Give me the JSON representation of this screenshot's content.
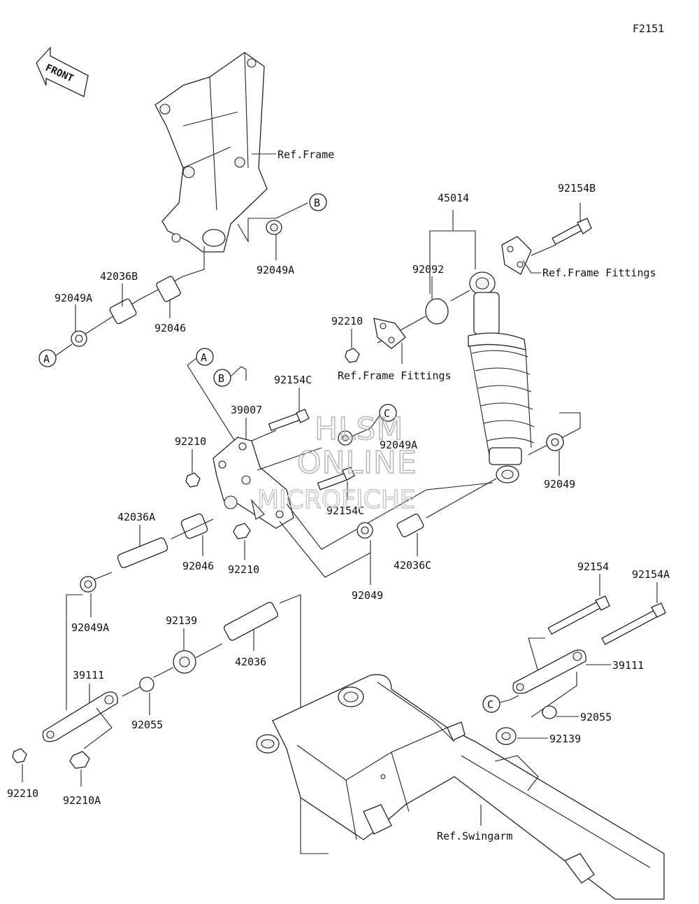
{
  "diagram_id": "F2151",
  "front_label": "FRONT",
  "watermark": {
    "line1": "HLSM",
    "line2": "ONLINE",
    "line3": "MICROFICHE"
  },
  "refs": {
    "frame": "Ref.Frame",
    "frame_fittings_1": "Ref.Frame Fittings",
    "frame_fittings_2": "Ref.Frame Fittings",
    "swingarm": "Ref.Swingarm"
  },
  "circles": {
    "a1": "A",
    "a2": "A",
    "b1": "B",
    "b2": "B",
    "c1": "C",
    "c2": "C"
  },
  "parts": {
    "p45014": "45014",
    "p92154B": "92154B",
    "p92092": "92092",
    "p92210_top": "92210",
    "p92049A_top": "92049A",
    "p42036B": "42036B",
    "p92049A_left": "92049A",
    "p92046_top": "92046",
    "p92154C_top": "92154C",
    "p39007": "39007",
    "p92210_mid": "92210",
    "p92049A_mid": "92049A",
    "p92154C_bot": "92154C",
    "p92049_right": "92049",
    "p42036A": "42036A",
    "p92046_mid": "92046",
    "p92210_low": "92210",
    "p92049_low": "92049",
    "p42036C": "42036C",
    "p92049A_low": "92049A",
    "p92139_left": "92139",
    "p42036": "42036",
    "p92154": "92154",
    "p92154A": "92154A",
    "p39111_right": "39111",
    "p39111_left": "39111",
    "p92055_left": "92055",
    "p92055_right": "92055",
    "p92139_right": "92139",
    "p92210_bl": "92210",
    "p92210A": "92210A"
  }
}
